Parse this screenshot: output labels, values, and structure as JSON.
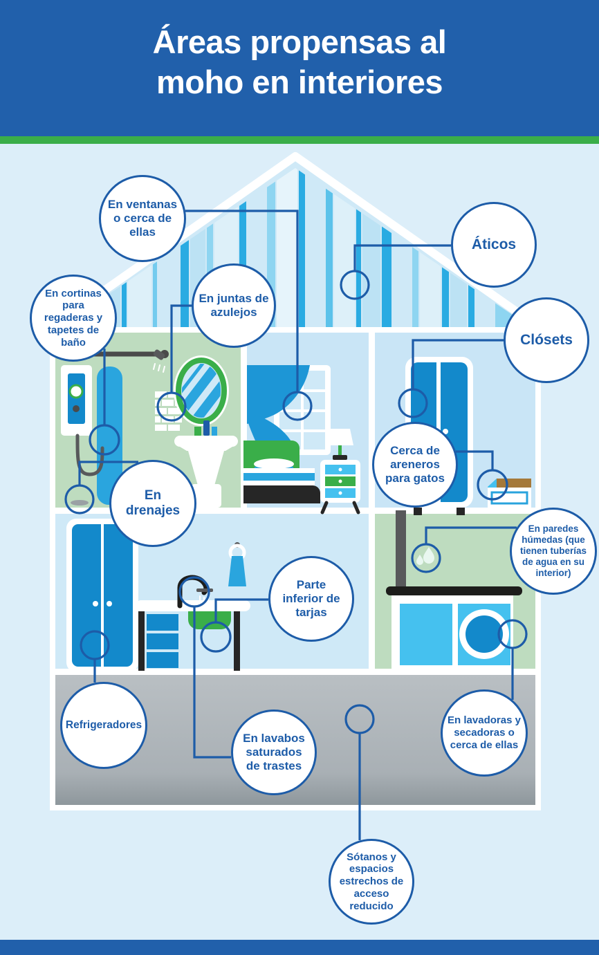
{
  "header": {
    "title_line1": "Áreas propensas al",
    "title_line2": "moho en interiores"
  },
  "callouts": [
    {
      "id": "ventanas",
      "label": "En ventanas o cerca de ellas"
    },
    {
      "id": "aticos",
      "label": "Áticos"
    },
    {
      "id": "cortinas",
      "label": "En cortinas para regaderas y tapetes de baño"
    },
    {
      "id": "juntas",
      "label": "En juntas de azulejos"
    },
    {
      "id": "closets",
      "label": "Clósets"
    },
    {
      "id": "drenajes",
      "label": "En drenajes"
    },
    {
      "id": "areneros",
      "label": "Cerca de areneros para gatos"
    },
    {
      "id": "paredes",
      "label": "En paredes húmedas (que tienen tuberías de agua en su interior)"
    },
    {
      "id": "tarjas",
      "label": "Parte inferior de tarjas"
    },
    {
      "id": "refrigeradores",
      "label": "Refrigeradores"
    },
    {
      "id": "lavabos",
      "label": "En lavabos saturados de trastes"
    },
    {
      "id": "lavadoras",
      "label": "En lavadoras y secadoras o cerca de ellas"
    },
    {
      "id": "sotanos",
      "label": "Sótanos y espacios estrechos de acceso reducido"
    }
  ],
  "colors": {
    "header_blue": "#2160ab",
    "stripe_green": "#3aae49",
    "background_light_blue": "#dceef9",
    "accent_blue": "#1d5ca8",
    "furniture_blue": "#1389cb",
    "sky_blue": "#2aa5de",
    "room_light_blue": "#c9e5f6",
    "room_green": "#bedcbf",
    "basement_gray": "#aab1b6"
  }
}
